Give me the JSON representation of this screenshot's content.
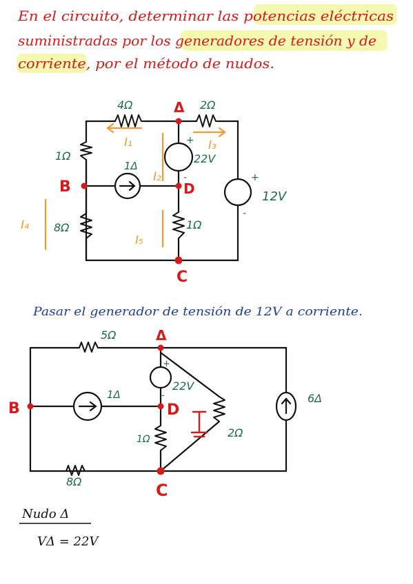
{
  "statement": {
    "line1": "En el circuito, determinar las potencias eléctricas",
    "line2": "suministradas por los generadores de tensión y de",
    "line3": "corriente, por el método de nudos."
  },
  "circuit1": {
    "nodes": {
      "top": "Δ",
      "left": "B",
      "middle": "D",
      "bottom": "C"
    },
    "r_top_left": "4Ω",
    "r_top_right": "2Ω",
    "r_left_upper": "1Ω",
    "r_left_lower": "8Ω",
    "r_middle_lower": "1Ω",
    "current_source": "1Δ",
    "voltage_source_mid": "22V",
    "voltage_source_right": "12V",
    "currents": {
      "i1": "I₁",
      "i2": "I₂",
      "i3": "I₃",
      "i4": "I₄",
      "i5": "I₅"
    }
  },
  "transform_note": "Pasar el generador de tensión de 12V a corriente.",
  "circuit2": {
    "nodes": {
      "top": "Δ",
      "left": "B",
      "middle": "D",
      "bottom": "C"
    },
    "r_top": "5Ω",
    "r_bottom": "8Ω",
    "r_middle_lower": "1Ω",
    "r_side": "2Ω",
    "current_source_mid": "1Δ",
    "voltage_source": "22V",
    "current_source_right": "6Δ"
  },
  "solution": {
    "heading": "Nudo Δ",
    "equation": "VΔ = 22V"
  }
}
